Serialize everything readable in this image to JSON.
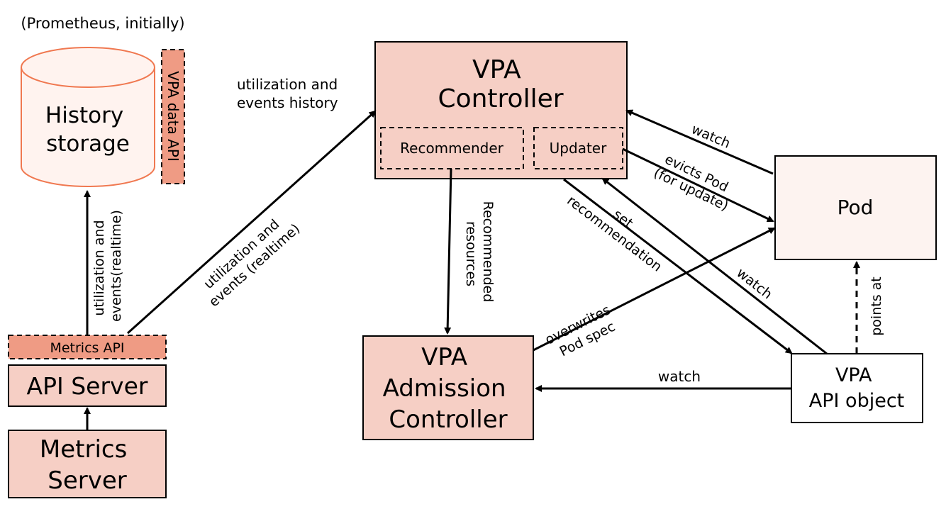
{
  "colors": {
    "box_fill": "#f6cfc5",
    "api_fill": "#ef9b84",
    "storage_fill": "#fff3ef",
    "pod_fill": "#fdf3f0",
    "vpa_object_fill": "#ffffff",
    "stroke": "#000000"
  },
  "nodes": {
    "storage_caption": "(Prometheus, initially)",
    "history_storage": [
      "History",
      "storage"
    ],
    "vpa_data_api": "VPA data API",
    "metrics_api": "Metrics API",
    "api_server": "API Server",
    "metrics_server": [
      "Metrics",
      "Server"
    ],
    "vpa_controller": [
      "VPA",
      "Controller"
    ],
    "recommender": "Recommender",
    "updater": "Updater",
    "vpa_admission_controller": [
      "VPA",
      "Admission",
      "Controller"
    ],
    "pod": "Pod",
    "vpa_api_object": [
      "VPA",
      "API object"
    ]
  },
  "edges": {
    "history_to_controller": [
      "utilization and",
      "events history"
    ],
    "api_to_storage": [
      "utilization and",
      "events(realtime)"
    ],
    "api_to_controller": [
      "utilization and",
      "events (realtime)"
    ],
    "recommended_resources": [
      "Recommended",
      "resources"
    ],
    "pod_watch": "watch",
    "evicts_pod": [
      "evicts Pod",
      "(for update)"
    ],
    "set_recommendation": [
      "set",
      "recommendation"
    ],
    "object_watch": "watch",
    "overwrites_pod_spec": [
      "overwrites",
      "Pod spec"
    ],
    "admission_watch": "watch",
    "points_at": "points at"
  }
}
